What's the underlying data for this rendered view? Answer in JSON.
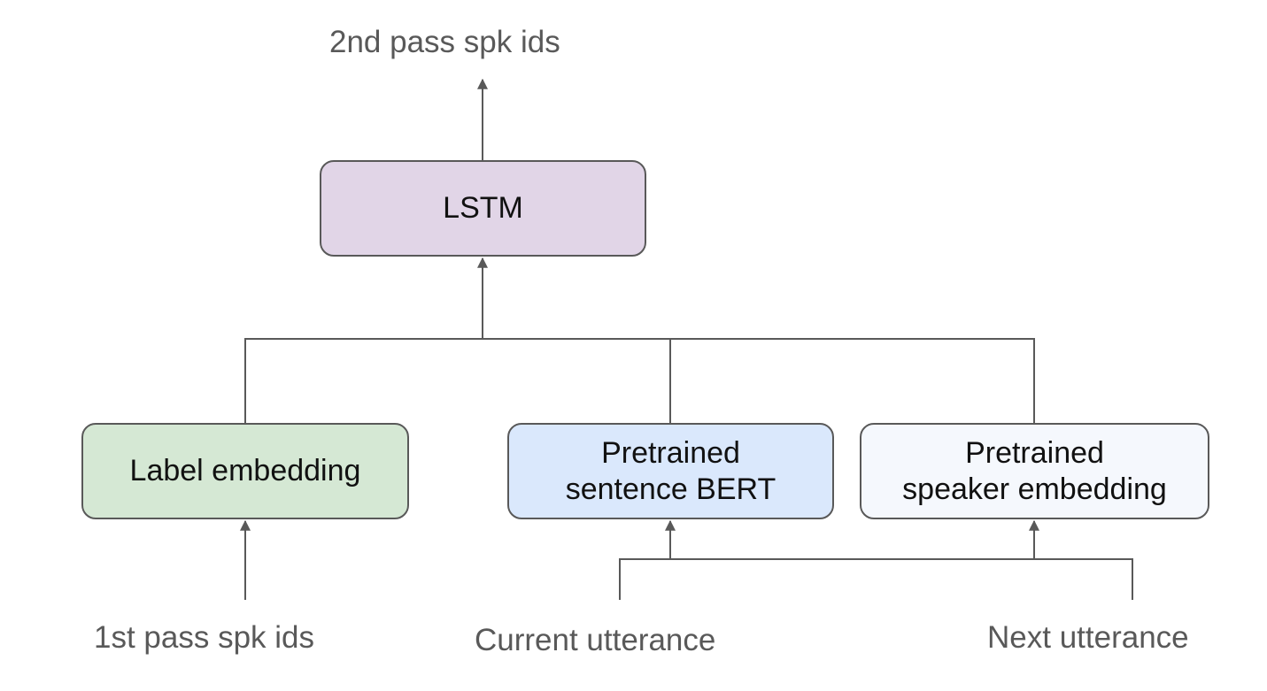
{
  "labels": {
    "output": "2nd pass spk ids",
    "first_pass": "1st pass spk ids",
    "current_utterance": "Current utterance",
    "next_utterance": "Next utterance"
  },
  "boxes": {
    "lstm": {
      "lines": [
        "LSTM"
      ],
      "color": "#e1d5e7"
    },
    "label_embedding": {
      "lines": [
        "Label embedding"
      ],
      "color": "#d5e8d4"
    },
    "sentence_bert": {
      "lines": [
        "Pretrained",
        "sentence BERT"
      ],
      "color": "#dae8fc"
    },
    "speaker_embedding": {
      "lines": [
        "Pretrained",
        "speaker embedding"
      ],
      "color": "#f5f8fd"
    }
  },
  "colors": {
    "line": "#595959",
    "text": "#595959",
    "box_text": "#111111"
  }
}
